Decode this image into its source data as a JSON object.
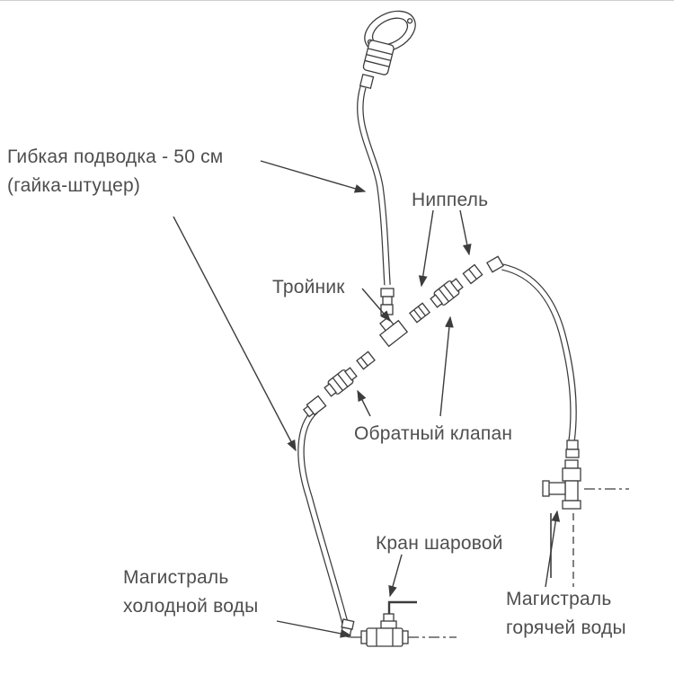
{
  "diagram": {
    "background": "#ffffff",
    "line_color": "#3c3c3c",
    "text_color": "#4e4e4e",
    "labels": {
      "flexible_hose": {
        "line1": "Гибкая подводка - 50 см",
        "line2": "(гайка-штуцер)"
      },
      "nipple": "Ниппель",
      "tee": "Тройник",
      "check_valve": "Обратный клапан",
      "ball_valve": "Кран шаровой",
      "cold_main": {
        "line1": "Магистраль",
        "line2": "холодной воды"
      },
      "hot_main": {
        "line1": "Магистраль",
        "line2": "горячей воды"
      }
    }
  }
}
